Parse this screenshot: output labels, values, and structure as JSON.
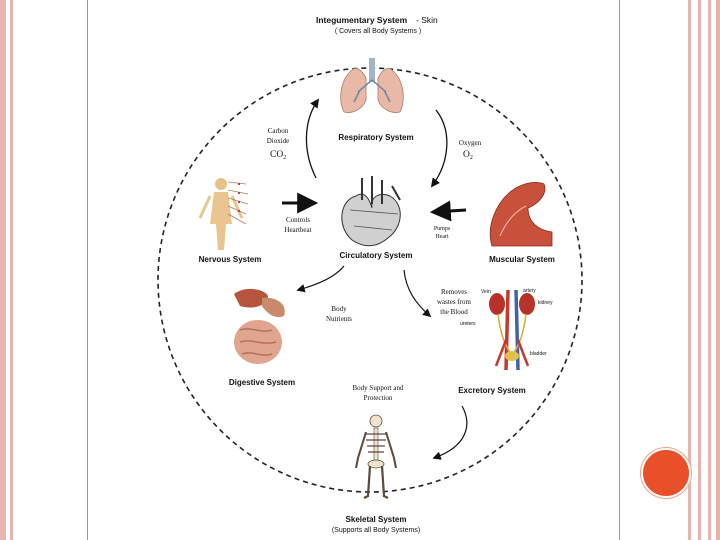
{
  "title": {
    "main": "Integumentary System",
    "suffix": "- Skin",
    "subtitle": "( Covers all Body Systems )"
  },
  "systems": {
    "respiratory": "Respiratory System",
    "circulatory": "Circulatory System",
    "nervous": "Nervous System",
    "muscular": "Muscular System",
    "digestive": "Digestive System",
    "excretory": "Excretory System",
    "skeletal": "Skeletal System",
    "skeletal_sub": "(Supports all Body Systems)"
  },
  "flows": {
    "co2_l1": "Carbon",
    "co2_l2": "Dioxide",
    "co2_l3": "CO",
    "co2_sub": "2",
    "o2_l1": "Oxygen",
    "o2_l2": "O",
    "o2_sub": "2",
    "heartbeat_l1": "Controls",
    "heartbeat_l2": "Heartbeat",
    "pumps_l1": "Pumps",
    "pumps_l2": "Heart",
    "wastes_l1": "Removes",
    "wastes_l2": "wastes from",
    "wastes_l3": "the Blood",
    "nutrients_l1": "Body",
    "nutrients_l2": "Nutrients",
    "support_l1": "Body Support and",
    "support_l2": "Protection"
  },
  "excretory_labels": {
    "vein": "Vein",
    "artery": "artery",
    "kidney": "kidney",
    "ureters": "ureters",
    "bladder": "bladder"
  },
  "colors": {
    "frame": "#e9b3ae",
    "accent": "#e8502a"
  }
}
